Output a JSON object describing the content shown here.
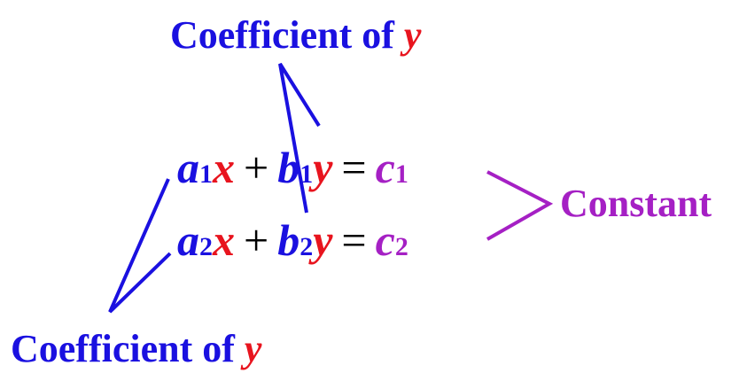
{
  "labels": {
    "top": {
      "text": "Coefficient of",
      "var": "y"
    },
    "bottom": {
      "text": "Coefficient of",
      "var": "y"
    },
    "right": {
      "text": "Constant"
    }
  },
  "equations": [
    {
      "a": "a",
      "a_sub": "1",
      "x": "x",
      "plus": "+",
      "b": "b",
      "b_sub": "1",
      "y": "y",
      "equals": "=",
      "c": "c",
      "c_sub": "1"
    },
    {
      "a": "a",
      "a_sub": "2",
      "x": "x",
      "plus": "+",
      "b": "b",
      "b_sub": "2",
      "y": "y",
      "equals": "=",
      "c": "c",
      "c_sub": "2"
    }
  ],
  "colors": {
    "coefficient": "#1a10e0",
    "variable": "#e8141e",
    "constant": "#a520c4",
    "operator": "#000000"
  }
}
